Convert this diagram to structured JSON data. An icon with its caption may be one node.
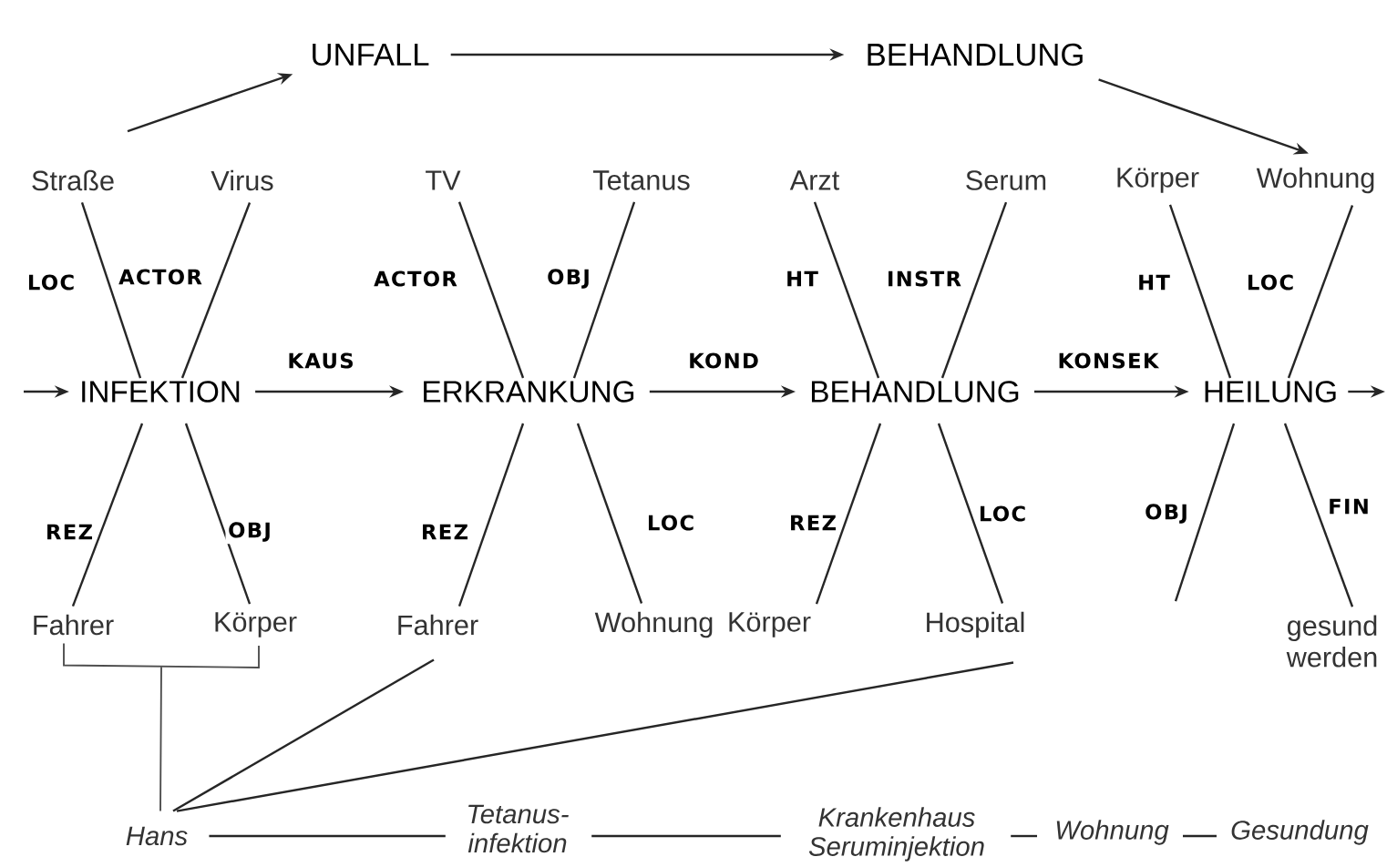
{
  "diagram": {
    "nodes": [
      {
        "text": [
          "UNFALL"
        ]
      },
      {
        "text": [
          "BEHANDLUNG"
        ]
      },
      {
        "text": [
          "INFEKTION"
        ]
      },
      {
        "text": [
          "ERKRANKUNG"
        ]
      },
      {
        "text": [
          "BEHANDLUNG"
        ]
      },
      {
        "text": [
          "HEILUNG"
        ]
      },
      {
        "text": [
          "Straße"
        ]
      },
      {
        "text": [
          "Virus"
        ]
      },
      {
        "text": [
          "Fahrer"
        ]
      },
      {
        "text": [
          "Körper"
        ]
      },
      {
        "text": [
          "TV"
        ]
      },
      {
        "text": [
          "Tetanus"
        ]
      },
      {
        "text": [
          "Fahrer"
        ]
      },
      {
        "text": [
          "Wohnung"
        ]
      },
      {
        "text": [
          "Arzt"
        ]
      },
      {
        "text": [
          "Serum"
        ]
      },
      {
        "text": [
          "Körper"
        ]
      },
      {
        "text": [
          "Hospital"
        ]
      },
      {
        "text": [
          "Körper"
        ]
      },
      {
        "text": [
          "Wohnung"
        ]
      },
      {
        "text": [
          "gesund werden"
        ]
      },
      {
        "text": [
          "Hans"
        ]
      },
      {
        "text": [
          "Tetanus- infektion"
        ]
      },
      {
        "text": [
          "Krankenhaus Seruminjektion"
        ]
      },
      {
        "text": [
          "Wohnung"
        ]
      },
      {
        "text": [
          "Gesundung"
        ]
      }
    ],
    "edges": [
      {
        "from": null,
        "to": 0,
        "arrow": "to"
      },
      {
        "from": 0,
        "to": 1,
        "arrow": "to"
      },
      {
        "from": 1,
        "to": 19,
        "arrow": "to"
      },
      {
        "from": null,
        "to": 2,
        "arrow": "to"
      },
      {
        "from": 2,
        "to": 3,
        "arrow": "to",
        "label": "KAUS"
      },
      {
        "from": 3,
        "to": 4,
        "arrow": "to",
        "label": "KOND"
      },
      {
        "from": 4,
        "to": 5,
        "arrow": "to",
        "label": "KONSEK"
      },
      {
        "from": 5,
        "to": null,
        "arrow": "to"
      },
      {
        "from": 6,
        "to": 2,
        "arrow": "none",
        "label": "LOC"
      },
      {
        "from": 7,
        "to": 2,
        "arrow": "none",
        "label": "ACTOR"
      },
      {
        "from": 2,
        "to": 8,
        "arrow": "none",
        "label": "REZ"
      },
      {
        "from": 2,
        "to": 9,
        "arrow": "none",
        "label": "OBJ"
      },
      {
        "from": 10,
        "to": 3,
        "arrow": "none",
        "label": "ACTOR"
      },
      {
        "from": 11,
        "to": 3,
        "arrow": "none",
        "label": "OBJ"
      },
      {
        "from": 3,
        "to": 12,
        "arrow": "none",
        "label": "REZ"
      },
      {
        "from": 3,
        "to": 13,
        "arrow": "none",
        "label": "LOC"
      },
      {
        "from": 14,
        "to": 4,
        "arrow": "none",
        "label": "HT"
      },
      {
        "from": 15,
        "to": 4,
        "arrow": "none",
        "label": "INSTR"
      },
      {
        "from": 4,
        "to": 16,
        "arrow": "none",
        "label": "REZ"
      },
      {
        "from": 4,
        "to": 17,
        "arrow": "none",
        "label": "LOC"
      },
      {
        "from": 18,
        "to": 5,
        "arrow": "none",
        "label": "HT"
      },
      {
        "from": 19,
        "to": 5,
        "arrow": "none",
        "label": "LOC"
      },
      {
        "from": 5,
        "to": null,
        "arrow": "none",
        "label": "OBJ"
      },
      {
        "from": 5,
        "to": 20,
        "arrow": "none",
        "label": "FIN"
      },
      {
        "from": 8,
        "to": 21,
        "arrow": "none"
      },
      {
        "from": 9,
        "to": 21,
        "arrow": "none"
      },
      {
        "from": 12,
        "to": 21,
        "arrow": "none"
      },
      {
        "from": 17,
        "to": 21,
        "arrow": "none"
      },
      {
        "from": 21,
        "to": 22,
        "arrow": "none"
      },
      {
        "from": 22,
        "to": 23,
        "arrow": "none"
      },
      {
        "from": 23,
        "to": 24,
        "arrow": "none"
      },
      {
        "from": 24,
        "to": 25,
        "arrow": "none"
      }
    ]
  }
}
